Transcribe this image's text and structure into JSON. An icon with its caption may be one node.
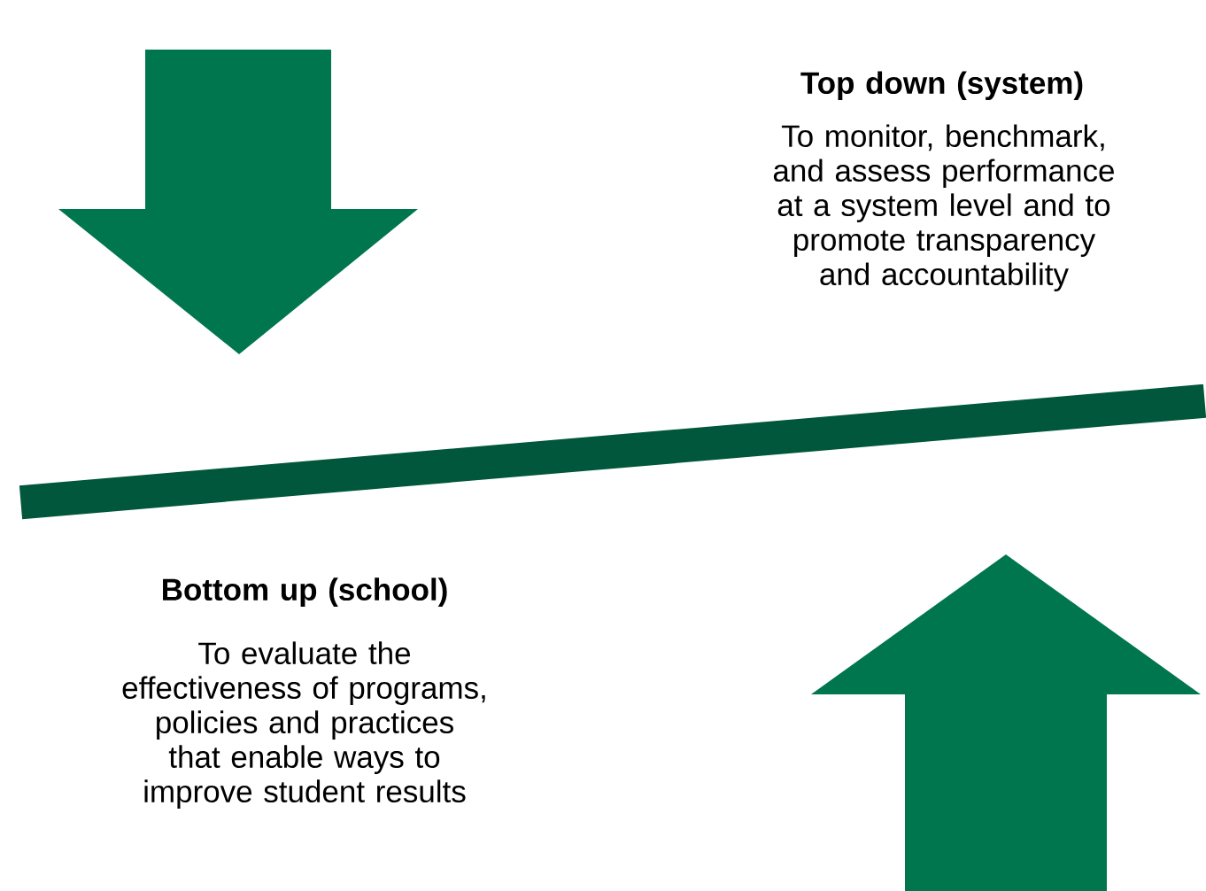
{
  "diagram": {
    "nodes": [
      {
        "text": [],
        "shape": "bar"
      }
    ],
    "labels": [
      "Top down (system)",
      "To monitor, benchmark, and assess performance at a system level and to promote transparency and accountability",
      "Bottom up (school)",
      "To evaluate the effectiveness of programs, policies and practices that enable ways to improve student results"
    ]
  }
}
